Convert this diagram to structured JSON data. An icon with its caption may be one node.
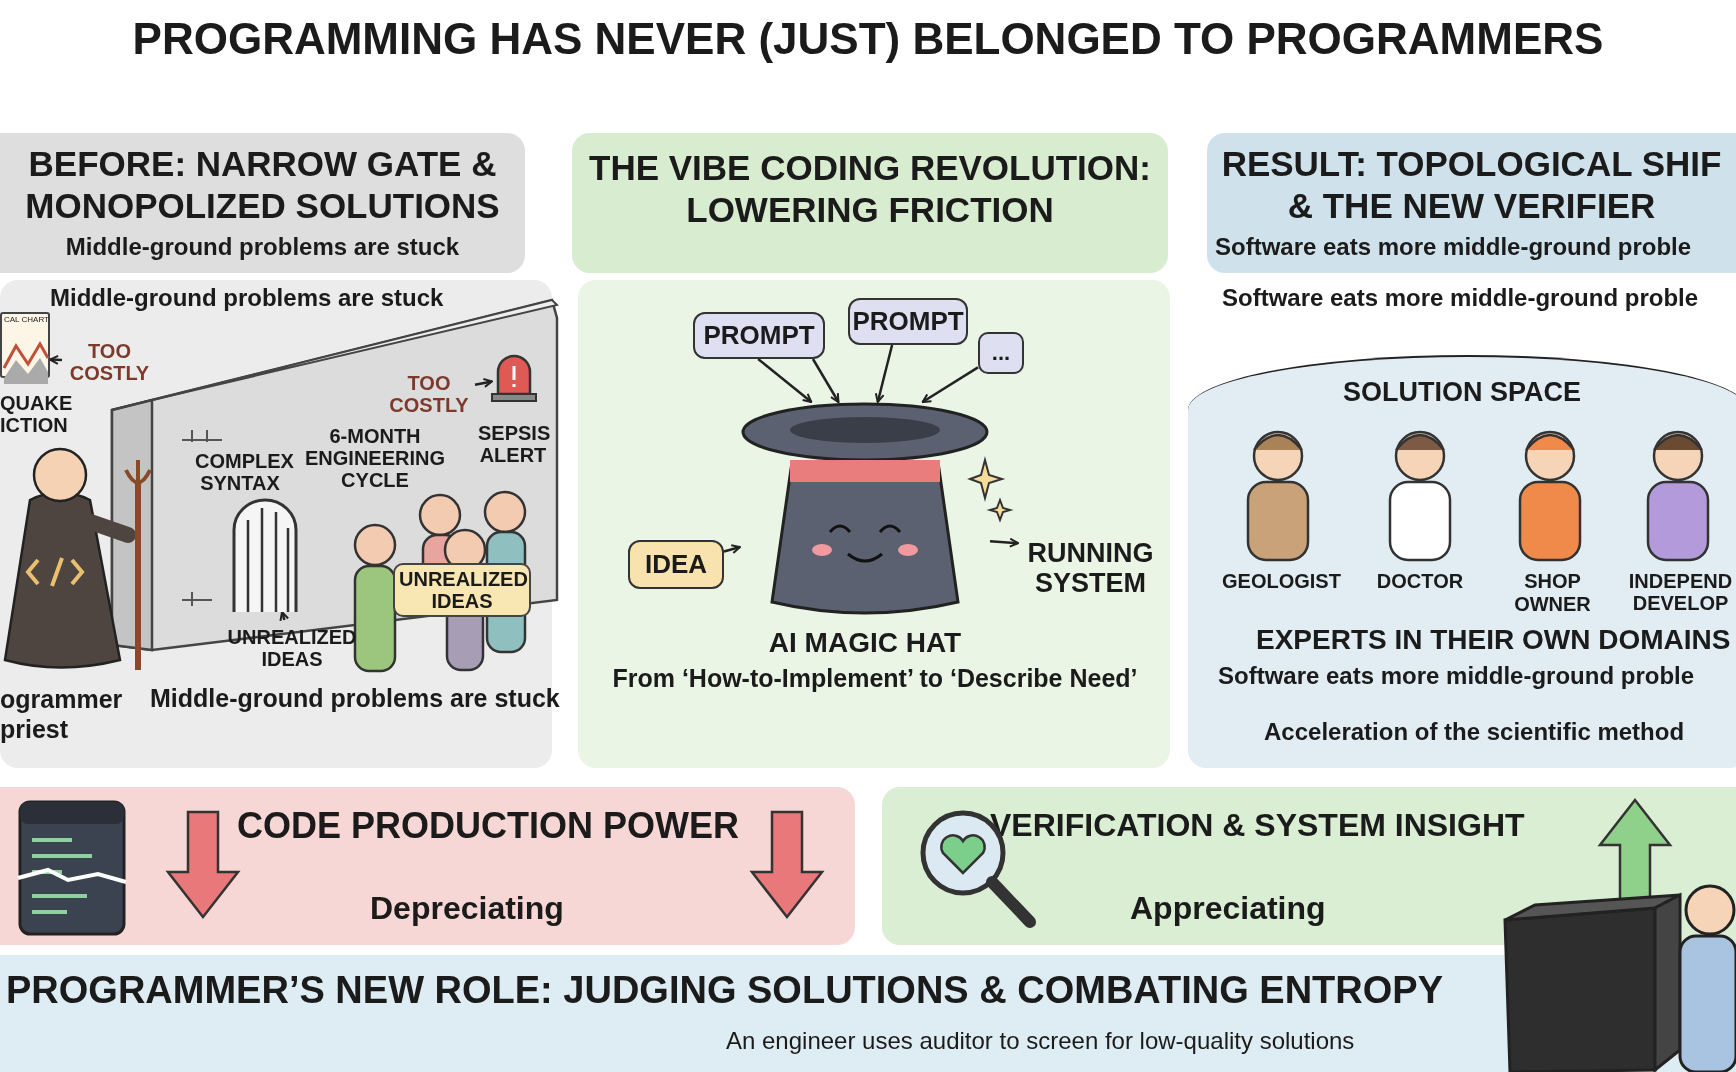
{
  "diagram": {
    "title": "PROGRAMMING HAS NEVER (JUST) BELONGED TO PROGRAMMERS",
    "nodes": [
      {
        "text": [
          "BEFORE: NARROW GATE & MONOPOLIZED SOLUTIONS",
          "Middle-ground problems are stuck"
        ]
      },
      {
        "text": [
          "THE VIBE CODING REVOLUTION: LOWERING FRICTION"
        ]
      },
      {
        "text": [
          "RESULT: TOPOLOGICAL SHIF & THE NEW VERIFIER",
          "Software eats more middle-ground proble"
        ]
      },
      {
        "text": [
          "CAL CHART"
        ],
        "beside": [
          "QUAKE ICTION"
        ]
      },
      {
        "text": [
          "TOO COSTLY"
        ]
      },
      {
        "text": [
          "TOO COSTLY"
        ]
      },
      {
        "text": [],
        "shape": "picture"
      },
      {
        "text": [
          "UNREALIZED IDEAS"
        ]
      },
      {
        "text": [],
        "shape": "picture",
        "beside": [
          "COMPLEX SYNTAX"
        ]
      },
      {
        "text": [
          "UNREALIZED IDEAS"
        ]
      },
      {
        "text": [
          "PROMPT"
        ]
      },
      {
        "text": [
          "PROMPT"
        ]
      },
      {
        "text": [
          "..."
        ]
      },
      {
        "text": [
          "IDEA"
        ]
      },
      {
        "text": [
          "AI MAGIC HAT"
        ]
      },
      {
        "text": [
          "RUNNING SYSTEM"
        ]
      },
      {
        "text": [
          "SOLUTION SPACE"
        ]
      },
      {
        "text": [
          "CODE PRODUCTION POWER",
          "Depreciating"
        ]
      },
      {
        "text": [
          "VERIFICATION & SYSTEM INSIGHT",
          "Appreciating"
        ]
      },
      {
        "text": [
          "PROGRAMMER’S NEW ROLE: JUDGING SOLUTIONS & COMBATING ENTROPY",
          "An engineer uses auditor to screen for low-quality solutions"
        ]
      }
    ],
    "edges": [
      {
        "from": 4,
        "to": 3,
        "arrow": "to"
      },
      {
        "from": 5,
        "to": 6,
        "arrow": "to"
      },
      {
        "from": 7,
        "to": 8,
        "arrow": "to"
      },
      {
        "from": 10,
        "to": 14,
        "arrow": "to"
      },
      {
        "from": 10,
        "to": 14,
        "arrow": "to"
      },
      {
        "from": 11,
        "to": 14,
        "arrow": "to"
      },
      {
        "from": 12,
        "to": 14,
        "arrow": "to"
      },
      {
        "from": 13,
        "to": 14,
        "arrow": "to"
      },
      {
        "from": 14,
        "to": 15,
        "arrow": "to"
      }
    ],
    "labels": [
      "Middle-ground problems are stuck",
      "6-MONTH ENGINEERING CYCLE",
      "SEPSIS ALERT",
      "ogrammer priest",
      "Middle-ground problems are stuck",
      "From ‘How-to-Implement’ to ‘Describe Need’",
      "Software eats more middle-ground proble",
      "GEOLOGIST",
      "DOCTOR",
      "SHOP OWNER",
      "INDEPEND DEVELOP",
      "EXPERTS IN THEIR OWN DOMAINS",
      "Software eats more middle-ground proble",
      "Acceleration of the scientific method"
    ]
  }
}
